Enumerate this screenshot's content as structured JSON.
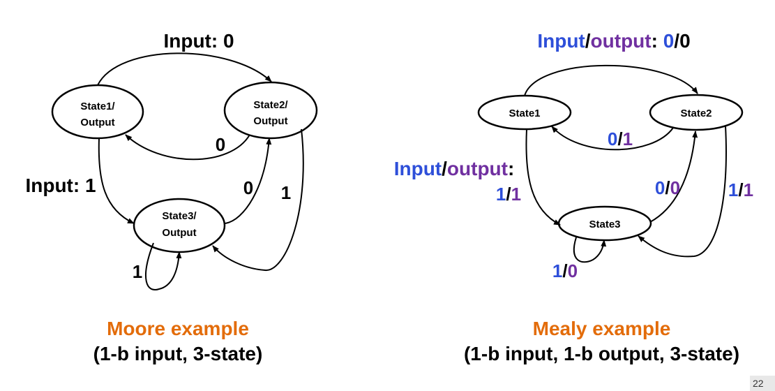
{
  "colors": {
    "blue": "#2e4fd9",
    "purple": "#7030a0",
    "orange": "#e36c0a",
    "black": "#000000"
  },
  "moore": {
    "states": {
      "s1": [
        "State1/",
        "Output"
      ],
      "s2": [
        "State2/",
        "Output"
      ],
      "s3": [
        "State3/",
        "Output"
      ]
    },
    "labels": {
      "top_input": "Input: 0",
      "s2_to_s1": "0",
      "s1_to_s3": "Input: 1",
      "s3_to_s2": "0",
      "s2_to_s3": "1",
      "self_loop": "1"
    },
    "caption": {
      "title": "Moore example",
      "subtitle": "(1-b input, 3-state)"
    }
  },
  "mealy": {
    "states": {
      "s1": "State1",
      "s2": "State2",
      "s3": "State3"
    },
    "labels": {
      "top": {
        "input": "Input",
        "slash": "/",
        "output": "output",
        "colon": ": ",
        "in_val": "0",
        "sep": "/",
        "out_val": "0"
      },
      "s2_to_s1": {
        "in": "0",
        "sep": "/",
        "out": "1"
      },
      "s1_to_s3_header": {
        "input": "Input",
        "slash": "/",
        "output": "output",
        "colon": ":"
      },
      "s1_to_s3": {
        "in": "1",
        "sep": "/",
        "out": "1"
      },
      "s3_to_s2": {
        "in": "0",
        "sep": "/",
        "out": "0"
      },
      "s2_to_s3": {
        "in": "1",
        "sep": "/",
        "out": "1"
      },
      "self_loop": {
        "in": "1",
        "sep": "/",
        "out": "0"
      }
    },
    "caption": {
      "title": "Mealy example",
      "subtitle": "(1-b input, 1-b output, 3-state)"
    }
  },
  "page_number": "22"
}
